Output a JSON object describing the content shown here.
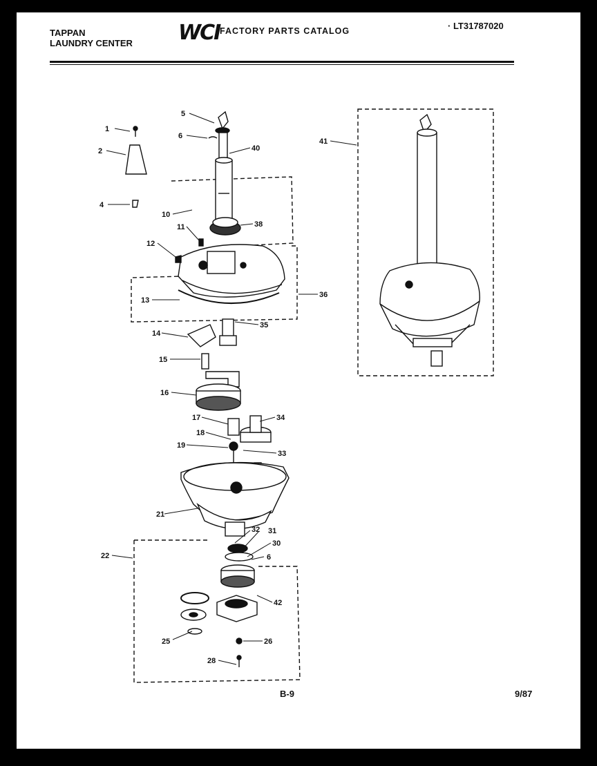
{
  "header": {
    "brand_line1": "TAPPAN",
    "brand_line2": "LAUNDRY CENTER",
    "logo": "WCI",
    "catalog_title": "FACTORY PARTS CATALOG",
    "model_number": "· LT31787020"
  },
  "footer": {
    "page": "B-9",
    "date": "9/87"
  },
  "callouts": {
    "c1": "1",
    "c2": "2",
    "c4": "4",
    "c5": "5",
    "c6": "6",
    "c40": "40",
    "c10": "10",
    "c11": "11",
    "c38": "38",
    "c12": "12",
    "c13": "13",
    "c36": "36",
    "c35": "35",
    "c14": "14",
    "c15": "15",
    "c16": "16",
    "c17": "17",
    "c34": "34",
    "c18": "18",
    "c19": "19",
    "c33": "33",
    "c21": "21",
    "c32": "32",
    "c31": "31",
    "c30": "30",
    "c6b": "6",
    "c22": "22",
    "c42": "42",
    "c25": "25",
    "c26": "26",
    "c28": "28",
    "c41": "41"
  },
  "colors": {
    "ink": "#111111",
    "paper": "#ffffff",
    "border": "#000000"
  }
}
